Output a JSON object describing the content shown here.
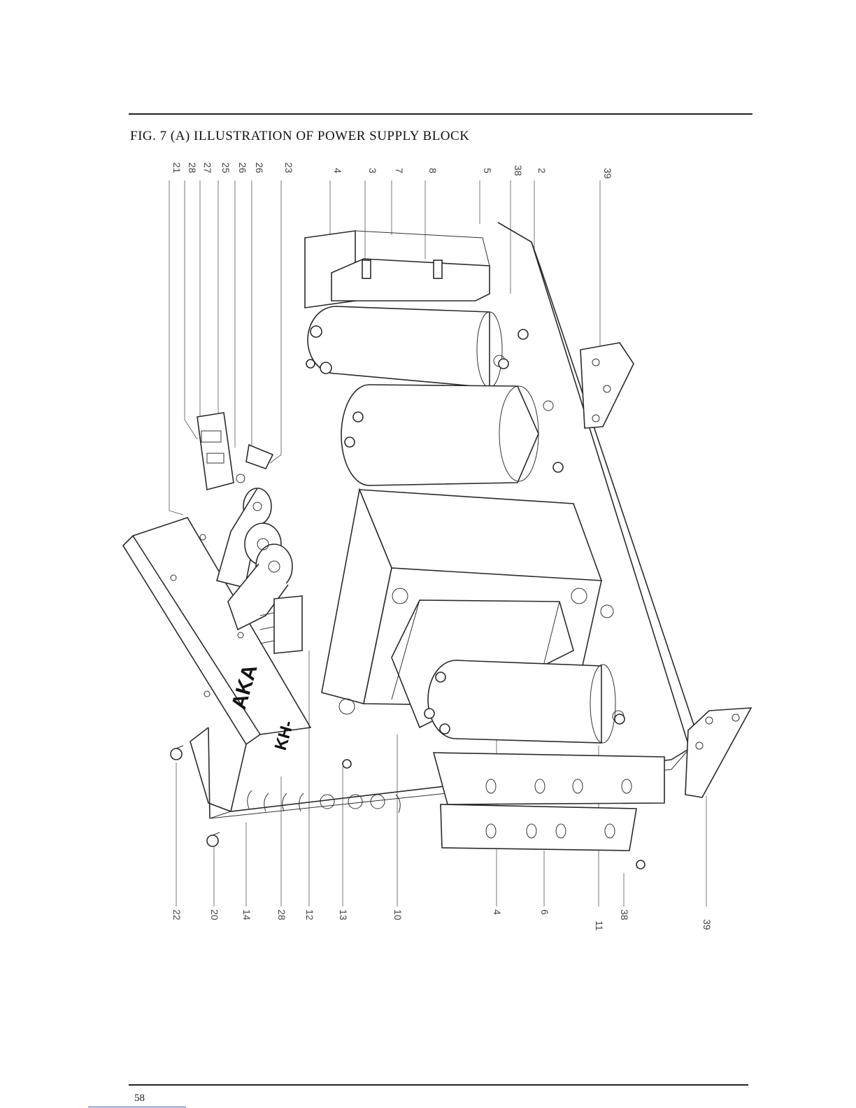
{
  "figure": {
    "title": "FIG. 7 (A)  ILLUSTRATION OF POWER SUPPLY BLOCK"
  },
  "top_callouts": [
    "21",
    "28",
    "27",
    "25",
    "26",
    "26",
    "23",
    "4",
    "3",
    "7",
    "8",
    "5",
    "38",
    "2",
    "39"
  ],
  "bottom_callouts": [
    "22",
    "20",
    "14",
    "28",
    "12",
    "13",
    "10",
    "4",
    "6",
    "11",
    "38",
    "39"
  ],
  "chassis_marking": {
    "brand_fragment": "AKA",
    "model_fragment": "KH-"
  },
  "page": {
    "number": "58"
  }
}
